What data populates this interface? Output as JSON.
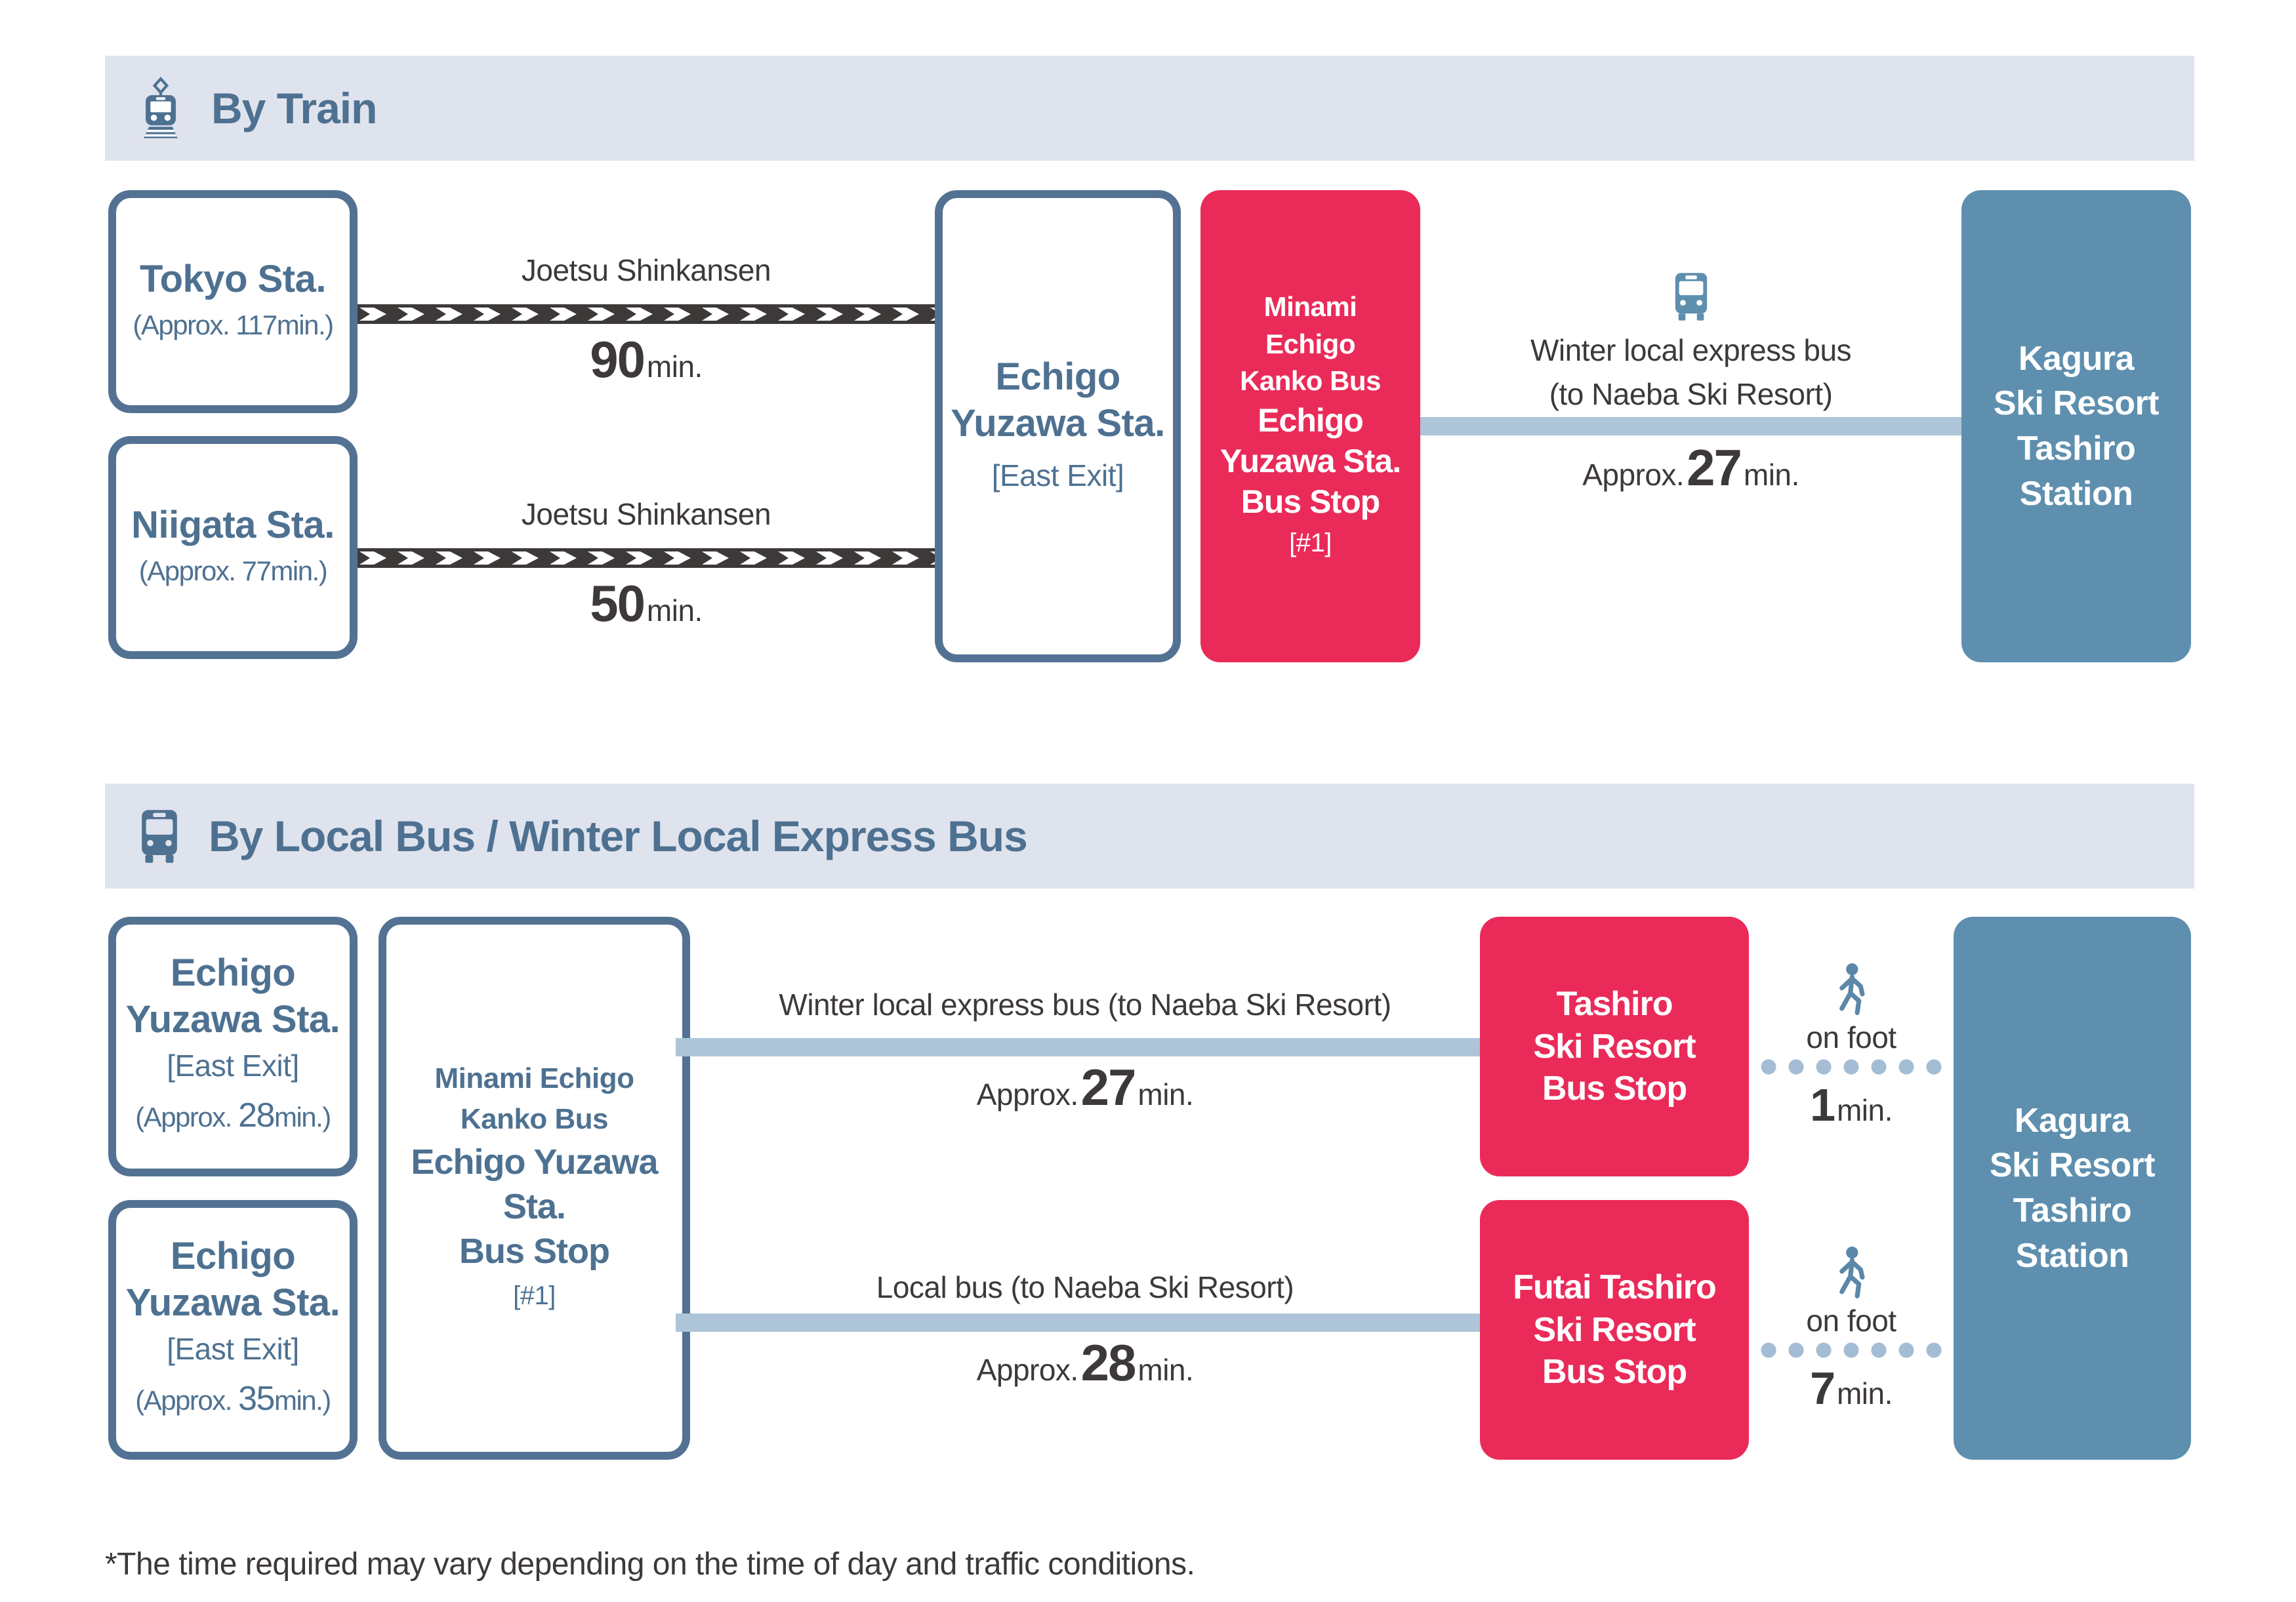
{
  "palette": {
    "slate": "#4e7191",
    "pink": "#ea2b59",
    "steel_blue": "#5e8fae",
    "light_blue": "#aec4d9",
    "dark_text": "#3d3938",
    "header_bg": "#dfe3ed"
  },
  "train_section": {
    "title": "By Train",
    "origins": [
      {
        "name": "Tokyo Sta.",
        "note_prefix": "(Approx.",
        "note_num": "117",
        "note_suffix": "min.)"
      },
      {
        "name": "Niigata Sta.",
        "note_prefix": "(Approx.",
        "note_num": "77",
        "note_suffix": "min.)"
      }
    ],
    "legs": [
      {
        "line": "Joetsu Shinkansen",
        "duration": "90",
        "unit": "min."
      },
      {
        "line": "Joetsu Shinkansen",
        "duration": "50",
        "unit": "min."
      }
    ],
    "hub": {
      "line1": "Echigo",
      "line2": "Yuzawa Sta.",
      "exit": "[East Exit]"
    },
    "bus_stop": {
      "operator1": "Minami",
      "operator2": "Echigo",
      "operator3": "Kanko Bus",
      "name1": "Echigo",
      "name2": "Yuzawa Sta.",
      "name3": "Bus Stop",
      "platform": "[#1]"
    },
    "bus_leg": {
      "label1": "Winter local express bus",
      "label2": "(to Naeba Ski Resort)",
      "approx": "Approx.",
      "duration": "27",
      "unit": "min."
    },
    "destination": {
      "line1": "Kagura",
      "line2": "Ski Resort",
      "line3": "Tashiro",
      "line4": "Station"
    }
  },
  "bus_section": {
    "title": "By Local Bus / Winter Local Express Bus",
    "origins": [
      {
        "name1": "Echigo",
        "name2": "Yuzawa Sta.",
        "exit": "[East Exit]",
        "note_prefix": "(Approx.",
        "note_num": "28",
        "note_suffix": "min.)"
      },
      {
        "name1": "Echigo",
        "name2": "Yuzawa Sta.",
        "exit": "[East Exit]",
        "note_prefix": "(Approx.",
        "note_num": "35",
        "note_suffix": "min.)"
      }
    ],
    "bus_stop": {
      "operator1": "Minami Echigo",
      "operator2": "Kanko Bus",
      "name1": "Echigo Yuzawa",
      "name2": "Sta.",
      "name3": "Bus Stop",
      "platform": "[#1]"
    },
    "routes": [
      {
        "label": "Winter local express bus (to Naeba Ski Resort)",
        "approx": "Approx.",
        "duration": "27",
        "unit": "min.",
        "stop1": "Tashiro",
        "stop2": "Ski Resort",
        "stop3": "Bus Stop",
        "walk_label": "on foot",
        "walk_duration": "1",
        "walk_unit": "min."
      },
      {
        "label": "Local bus (to Naeba Ski Resort)",
        "approx": "Approx.",
        "duration": "28",
        "unit": "min.",
        "stop1": "Futai Tashiro",
        "stop2": "Ski Resort",
        "stop3": "Bus Stop",
        "walk_label": "on foot",
        "walk_duration": "7",
        "walk_unit": "min."
      }
    ],
    "destination": {
      "line1": "Kagura",
      "line2": "Ski Resort",
      "line3": "Tashiro",
      "line4": "Station"
    }
  },
  "footnote": "*The time required may vary depending on the time of day and traffic conditions."
}
